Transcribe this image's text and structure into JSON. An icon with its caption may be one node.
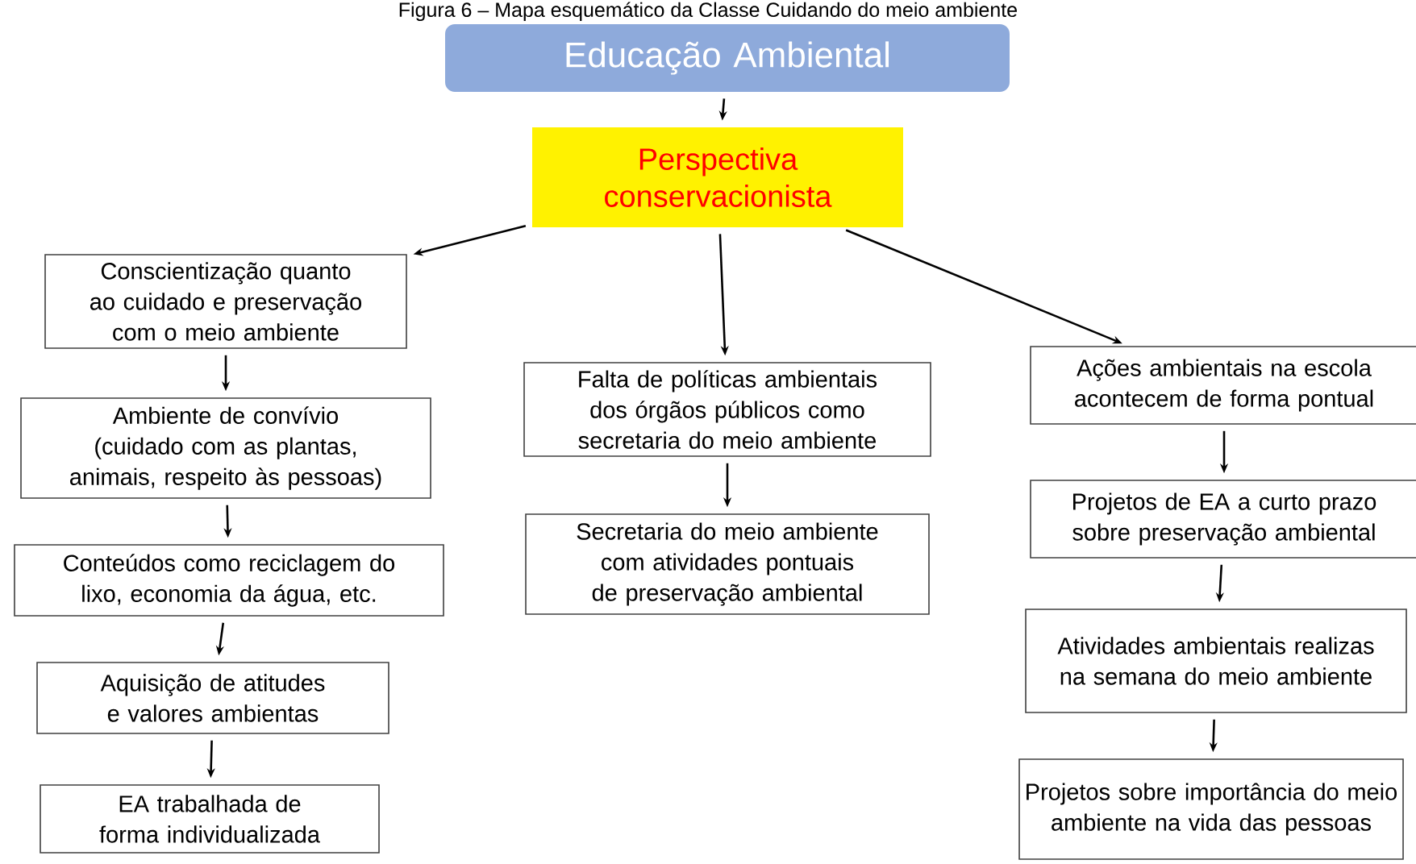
{
  "diagram": {
    "title": "Figura 6 – Mapa esquemático da Classe Cuidando do meio ambiente",
    "nodes": [
      {
        "text": [
          "Educação Ambiental"
        ]
      },
      {
        "text": [
          "Perspectiva conservacionista"
        ]
      },
      {
        "text": [
          "Conscientização quanto ao cuidado e preservação com o meio ambiente"
        ]
      },
      {
        "text": [
          "Ambiente de convívio (cuidado com as plantas, animais, respeito às pessoas)"
        ]
      },
      {
        "text": [
          "Conteúdos como reciclagem do lixo, economia da água, etc."
        ]
      },
      {
        "text": [
          "Aquisição de atitudes e valores ambientas"
        ]
      },
      {
        "text": [
          "EA trabalhada de forma individualizada"
        ]
      },
      {
        "text": [
          "Falta de políticas ambientais dos órgãos públicos como secretaria do meio ambiente"
        ]
      },
      {
        "text": [
          "Secretaria do meio ambiente com atividades pontuais de preservação ambiental"
        ]
      },
      {
        "text": [
          "Ações ambientais na escola acontecem de forma pontual"
        ]
      },
      {
        "text": [
          "Projetos de EA a curto prazo sobre preservação ambiental"
        ]
      },
      {
        "text": [
          "Atividades ambientais realizas na semana do meio ambiente"
        ]
      },
      {
        "text": [
          "Projetos sobre importância do meio ambiente na vida das pessoas"
        ]
      }
    ],
    "edges": [
      {
        "from": 0,
        "to": 1,
        "arrow": "to"
      },
      {
        "from": 1,
        "to": 2,
        "arrow": "to"
      },
      {
        "from": 1,
        "to": 7,
        "arrow": "to"
      },
      {
        "from": 1,
        "to": 9,
        "arrow": "to"
      },
      {
        "from": 2,
        "to": 3,
        "arrow": "to"
      },
      {
        "from": 3,
        "to": 4,
        "arrow": "to"
      },
      {
        "from": 4,
        "to": 5,
        "arrow": "to"
      },
      {
        "from": 5,
        "to": 6,
        "arrow": "to"
      },
      {
        "from": 7,
        "to": 8,
        "arrow": "to"
      },
      {
        "from": 9,
        "to": 10,
        "arrow": "to"
      },
      {
        "from": 10,
        "to": 11,
        "arrow": "to"
      },
      {
        "from": 11,
        "to": 12,
        "arrow": "to"
      }
    ]
  }
}
